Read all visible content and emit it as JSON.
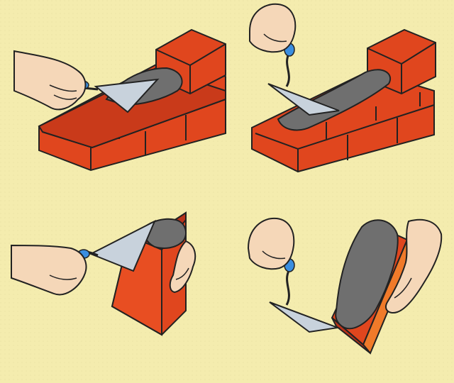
{
  "palette": {
    "paper": "#f4ecae",
    "brick": "#e0461e",
    "brick_dark": "#b9321a",
    "brick_side": "#f07a2a",
    "mortar": "#6f6f6f",
    "mortar_dark": "#555555",
    "trowel": "#c8d2dc",
    "handle": "#3a8ee0",
    "skin": "#f5d7b8",
    "outline": "#222222"
  },
  "panels": [
    {
      "step": "spread-mortar-on-wall",
      "icon": "trowel-on-wall-icon"
    },
    {
      "step": "level-mortar-bed",
      "icon": "trowel-level-icon"
    },
    {
      "step": "butter-brick-end",
      "icon": "butter-brick-icon"
    },
    {
      "step": "mortar-brick-face",
      "icon": "mortar-face-icon"
    }
  ]
}
